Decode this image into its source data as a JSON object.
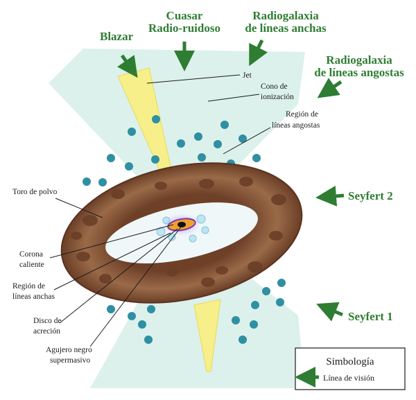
{
  "viewing_labels": {
    "blazar": "Blazar",
    "quasar_line1": "Cuasar",
    "quasar_line2": "Radio-ruidoso",
    "broad_rg_line1": "Radiogalaxia",
    "broad_rg_line2": "de líneas anchas",
    "narrow_rg_line1": "Radiogalaxia",
    "narrow_rg_line2": "de líneas angostas",
    "seyfert2": "Seyfert 2",
    "seyfert1": "Seyfert 1"
  },
  "component_labels": {
    "jet": "Jet",
    "ion_cone_line1": "Cono de",
    "ion_cone_line2": "ionización",
    "nlr_line1": "Región de",
    "nlr_line2": "líneas angostas",
    "torus": "Toro de polvo",
    "corona_line1": "Corona",
    "corona_line2": "caliente",
    "blr_line1": "Región de",
    "blr_line2": "líneas anchas",
    "disk_line1": "Disco de",
    "disk_line2": "acreción",
    "bh_line1": "Agujero negro",
    "bh_line2": "supermasivo"
  },
  "legend": {
    "title": "Simbología",
    "item": "Línea de visión"
  },
  "colors": {
    "arrow_green": "#2e7d32",
    "torus_brown": "#8a5a3c",
    "jet_yellow": "#f7ef8a",
    "cloud_teal": "#2f8fa3",
    "cone_mint": "#d6efe8"
  }
}
